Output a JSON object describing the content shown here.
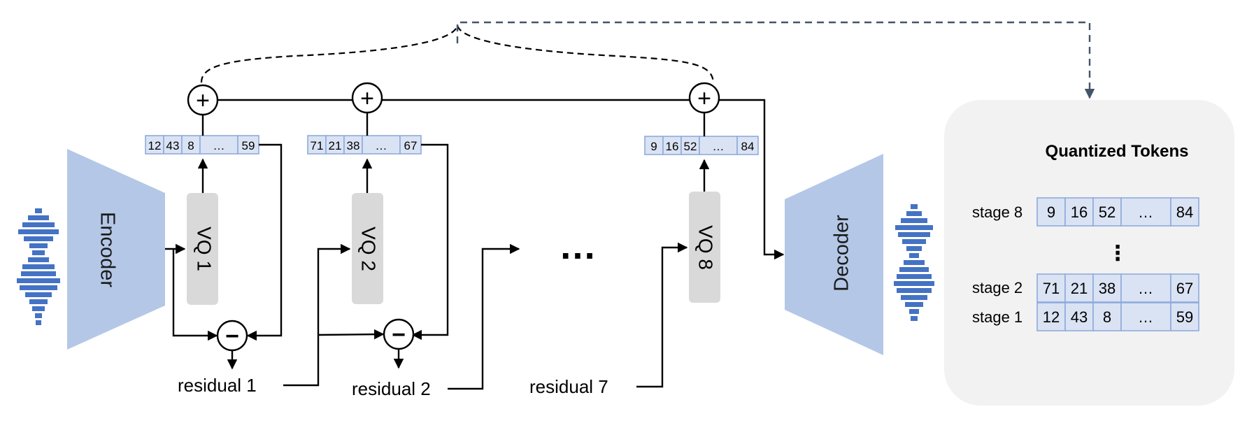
{
  "blocks": {
    "encoder": "Encoder",
    "decoder": "Decoder"
  },
  "vq": [
    "VQ 1",
    "VQ 2",
    "VQ 8"
  ],
  "token_rows": {
    "row1": [
      "12",
      "43",
      "8",
      "…",
      "59"
    ],
    "row2": [
      "71",
      "21",
      "38",
      "…",
      "67"
    ],
    "row3": [
      "9",
      "16",
      "52",
      "…",
      "84"
    ]
  },
  "ops": {
    "plus": "+",
    "minus": "−"
  },
  "residuals": [
    "residual 1",
    "residual 2",
    "residual 7"
  ],
  "ellipsis": "…",
  "panel": {
    "title": "Quantized Tokens",
    "stages": [
      {
        "label": "stage 8",
        "tokens": [
          "9",
          "16",
          "52",
          "…",
          "84"
        ]
      },
      {
        "label": "stage 2",
        "tokens": [
          "71",
          "21",
          "38",
          "…",
          "67"
        ]
      },
      {
        "label": "stage 1",
        "tokens": [
          "12",
          "43",
          "8",
          "…",
          "59"
        ]
      }
    ],
    "vdots": "⋮"
  },
  "colors": {
    "block": "#b4c7e7",
    "vq": "#d9d9d9",
    "cell_fill": "#dae3f3",
    "cell_border": "#8faadc",
    "wave": "#4472c4",
    "panel": "#f2f2f2",
    "dashed_arrow": "#44546a"
  }
}
